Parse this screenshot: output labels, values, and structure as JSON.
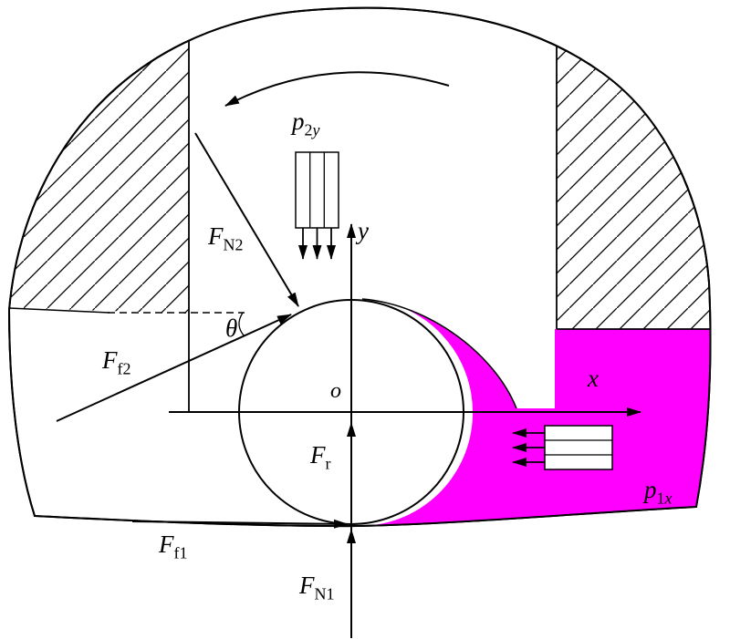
{
  "figure": {
    "colors": {
      "pressurized_fluid": "#FF00FF",
      "line": "#000000",
      "background": "#FFFFFF"
    }
  },
  "labels": {
    "pressure_top": {
      "base": "p",
      "sub": "2",
      "subvar": "y"
    },
    "pressure_right": {
      "base": "p",
      "sub": "1",
      "subvar": "x"
    },
    "normal_force_top": {
      "base": "F",
      "sub": "N2"
    },
    "friction_top": {
      "base": "F",
      "sub": "f2"
    },
    "radial_force": {
      "base": "F",
      "sub": "r"
    },
    "normal_force_bottom": {
      "base": "F",
      "sub": "N1"
    },
    "friction_bottom": {
      "base": "F",
      "sub": "f1"
    },
    "angle": {
      "text": "θ"
    },
    "origin": {
      "text": "o"
    },
    "axis_x": {
      "text": "x"
    },
    "axis_y": {
      "text": "y"
    }
  }
}
